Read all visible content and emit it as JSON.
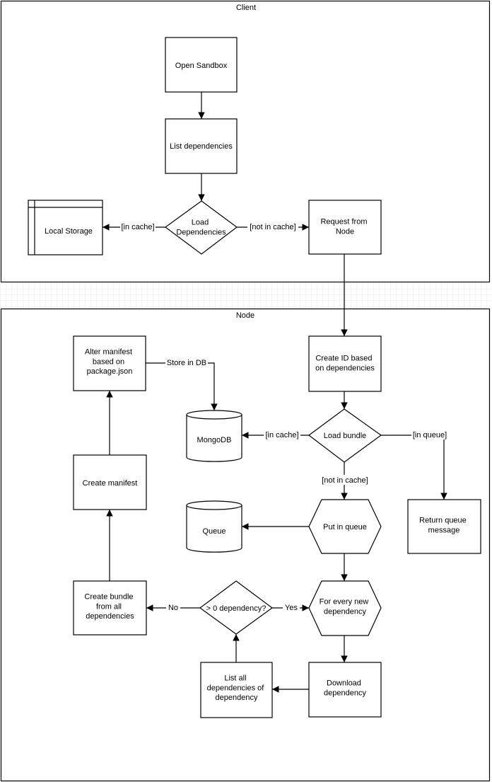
{
  "lanes": {
    "client": "Client",
    "node": "Node"
  },
  "nodes": {
    "open_sandbox": [
      "Open Sandbox"
    ],
    "list_dependencies": [
      "List dependencies"
    ],
    "load_dependencies": [
      "Load",
      "Dependencies"
    ],
    "local_storage": [
      "Local Storage"
    ],
    "request_from_node": [
      "Request from",
      "Node"
    ],
    "create_id": [
      "Create ID based",
      "on dependencies"
    ],
    "load_bundle": [
      "Load bundle"
    ],
    "mongodb": [
      "MongoDB"
    ],
    "return_queue_message": [
      "Return queue",
      "message"
    ],
    "put_in_queue": [
      "Put in queue"
    ],
    "queue": [
      "Queue"
    ],
    "for_every_new_dependency": [
      "For every new",
      "dependency"
    ],
    "download_dependency": [
      "Download",
      "dependency"
    ],
    "list_all_dependencies": [
      "List all",
      "dependencies of",
      "dependency"
    ],
    "dependency_check": [
      "> 0 dependency?"
    ],
    "create_bundle": [
      "Create bundle",
      "from all",
      "dependencies"
    ],
    "create_manifest": [
      "Create manifest"
    ],
    "alter_manifest": [
      "Alter manifest",
      "based on",
      "package.json"
    ]
  },
  "edge_labels": {
    "in_cache_client": "[in cache]",
    "not_in_cache_client": "[not in cache]",
    "store_in_db": "Store in DB",
    "in_cache_node": "[in cache]",
    "in_queue": "[in queue]",
    "not_in_cache_node": "[not in cache]",
    "yes": "Yes",
    "no": "No"
  }
}
